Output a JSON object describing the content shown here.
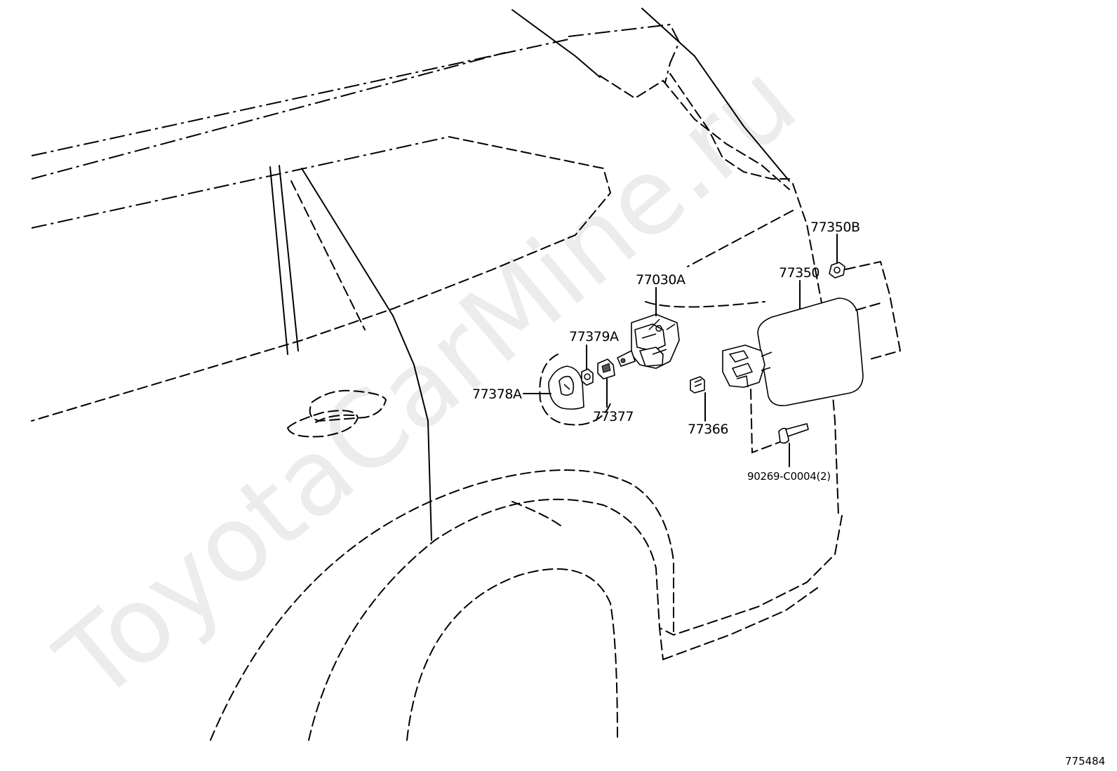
{
  "watermark": "ToyotaCarMine.ru",
  "figure_number": "775484",
  "callouts": {
    "p77350B": "77350B",
    "p77350": "77350",
    "p77030A": "77030A",
    "p77379A": "77379A",
    "p77378A": "77378A",
    "p77377": "77377",
    "p77366": "77366",
    "p90269": "90269-C0004(2)"
  }
}
